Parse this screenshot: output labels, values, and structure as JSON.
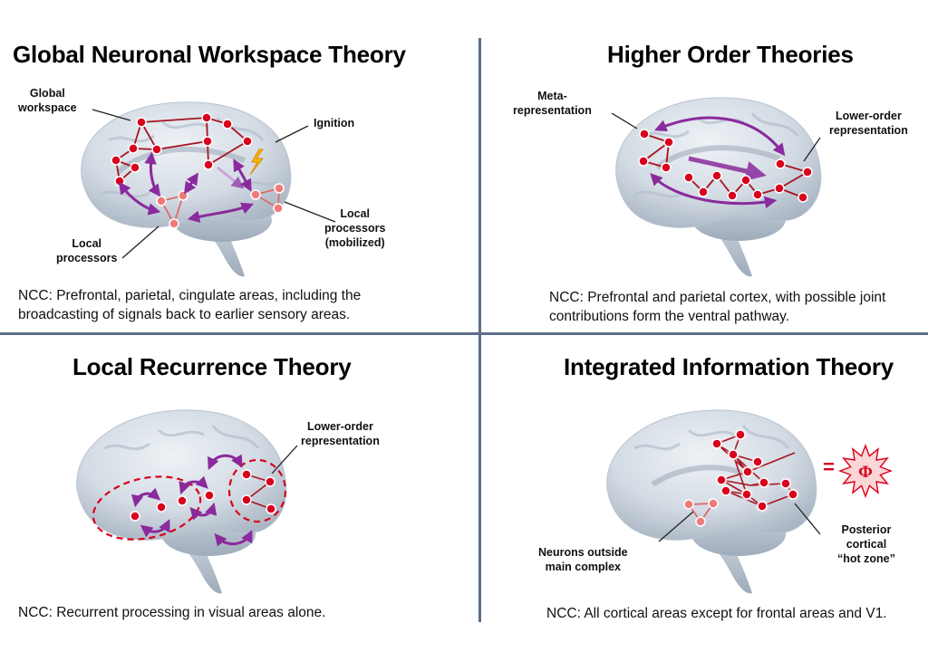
{
  "figure": {
    "divider_color": "#5b6f86",
    "colors": {
      "node_red": "#d8001c",
      "node_pink": "#f07a7a",
      "edge_red": "#a8141e",
      "arrow_purple": "#8a2a9c",
      "brain_fill": "#d5dde6",
      "ignition_yellow": "#f5b800",
      "phi_star_fill": "#fbd6d6"
    }
  },
  "panels": [
    {
      "id": "gnwt",
      "title": "Global Neuronal Workspace Theory",
      "labels": {
        "global_workspace": [
          "Global",
          "workspace"
        ],
        "ignition": "Ignition",
        "local_processors": [
          "Local",
          "processors"
        ],
        "local_processors_mobilized": [
          "Local",
          "processors",
          "(mobilized)"
        ]
      },
      "ncc": [
        "NCC: Prefrontal, parietal, cingulate areas, including the",
        "broadcasting of signals back to earlier sensory areas."
      ]
    },
    {
      "id": "hot",
      "title": "Higher Order Theories",
      "labels": {
        "meta_representation": [
          "Meta-",
          "representation"
        ],
        "lower_order_representation": [
          "Lower-order",
          "representation"
        ]
      },
      "ncc": [
        "NCC: Prefrontal and parietal cortex, with possible joint",
        "contributions form the ventral pathway."
      ]
    },
    {
      "id": "lrt",
      "title": "Local Recurrence Theory",
      "labels": {
        "lower_order_representation": [
          "Lower-order",
          "representation"
        ]
      },
      "ncc": [
        "NCC: Recurrent processing in visual areas alone."
      ]
    },
    {
      "id": "iit",
      "title": "Integrated Information Theory",
      "labels": {
        "equals": "=",
        "phi": "Φ",
        "neurons_outside": [
          "Neurons outside",
          "main complex"
        ],
        "hot_zone": [
          "Posterior",
          "cortical",
          "“hot zone”"
        ]
      },
      "ncc": [
        "NCC: All cortical areas except for frontal areas and V1."
      ]
    }
  ]
}
